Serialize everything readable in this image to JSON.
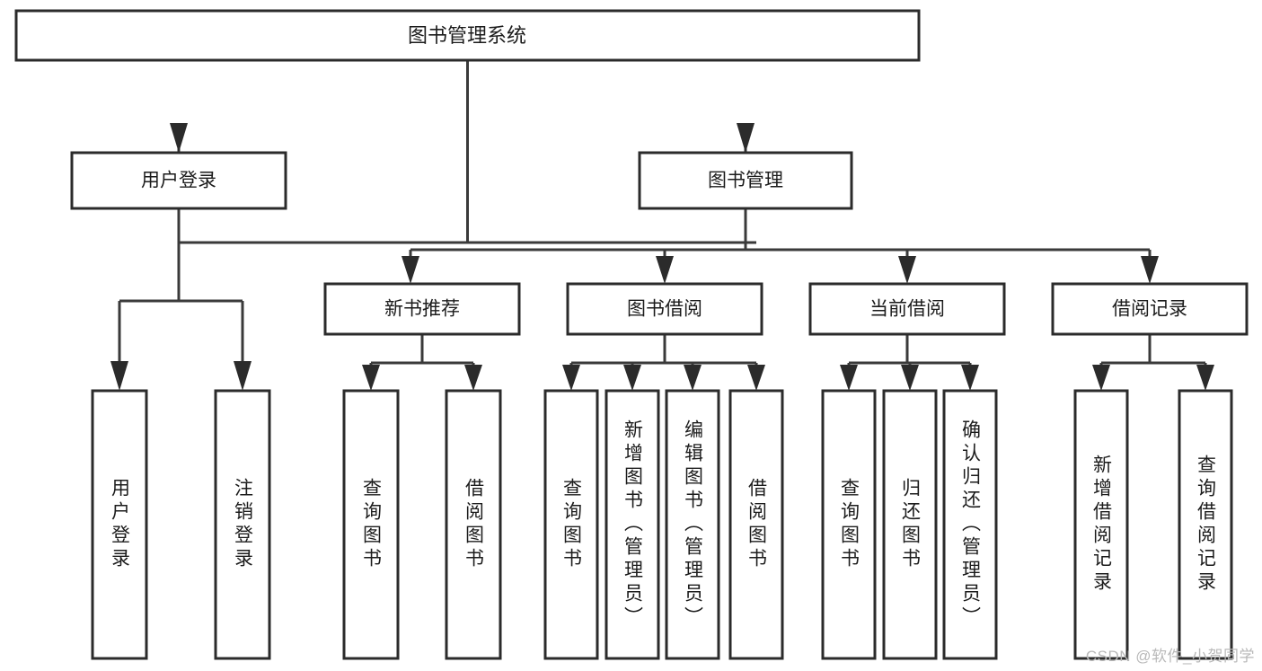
{
  "diagram": {
    "type": "tree",
    "title": "图书管理系统",
    "watermark": "CSDN @软件_小贺同学",
    "colors": {
      "box_stroke": "#2b2b2b",
      "box_fill": "#ffffff",
      "edge": "#3a3a3a",
      "text": "#1c1c1c",
      "background": "#ffffff",
      "watermark": "#b9b9b9"
    },
    "nodes": {
      "root": {
        "label": "图书管理系统",
        "level": 0
      },
      "level1": [
        {
          "label": "用户登录"
        },
        {
          "label": "图书管理"
        }
      ],
      "level2": [
        {
          "label": "新书推荐"
        },
        {
          "label": "图书借阅"
        },
        {
          "label": "当前借阅"
        },
        {
          "label": "借阅记录"
        }
      ],
      "leaves": {
        "user_login": [
          {
            "label": "用户登录"
          },
          {
            "label": "注销登录"
          }
        ],
        "new_book_recommend": [
          {
            "label": "查询图书"
          },
          {
            "label": "借阅图书"
          }
        ],
        "book_borrow": [
          {
            "label": "查询图书"
          },
          {
            "label": "新增图书（管理员）"
          },
          {
            "label": "编辑图书（管理员）"
          },
          {
            "label": "借阅图书"
          }
        ],
        "current_borrow": [
          {
            "label": "查询图书"
          },
          {
            "label": "归还图书"
          },
          {
            "label": "确认归还（管理员）"
          }
        ],
        "borrow_record": [
          {
            "label": "新增借阅记录"
          },
          {
            "label": "查询借阅记录"
          }
        ]
      }
    }
  }
}
